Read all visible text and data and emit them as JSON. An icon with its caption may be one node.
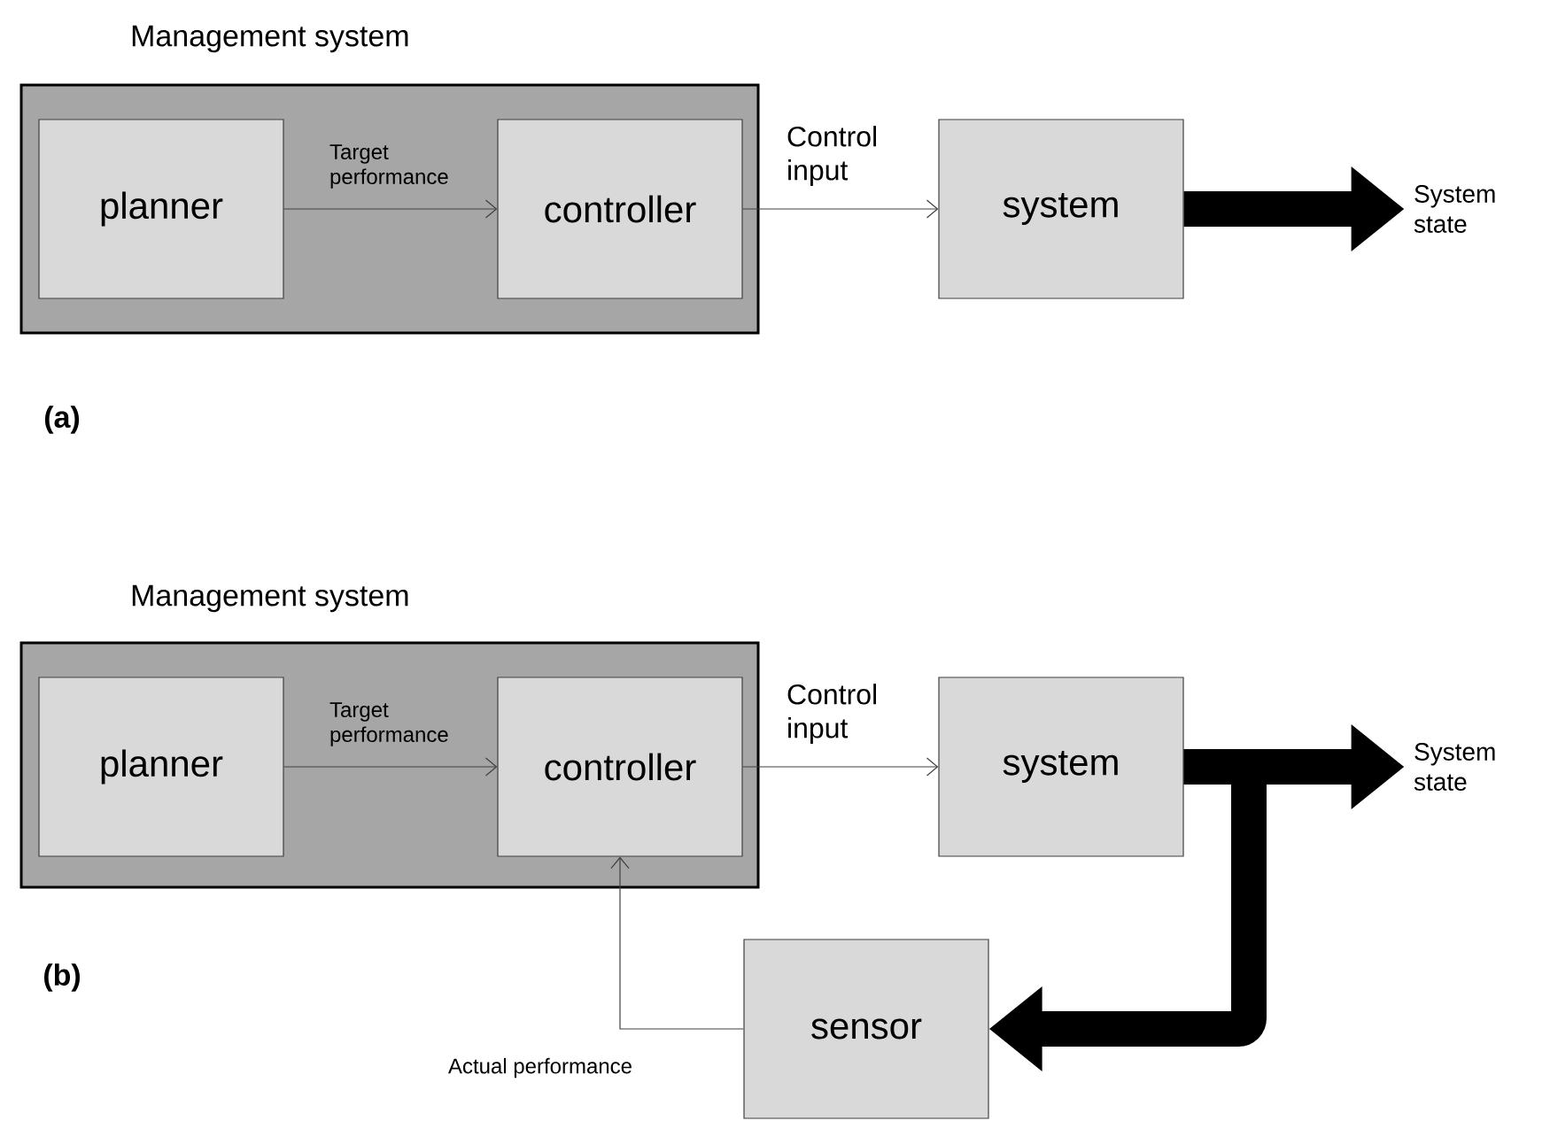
{
  "diagram": {
    "nodes": [
      {
        "text": [
          "Management system"
        ]
      },
      {
        "text": [
          "planner"
        ],
        "in": 0
      },
      {
        "text": [
          "controller"
        ],
        "in": 0
      },
      {
        "text": [
          "system"
        ]
      },
      {
        "text": [
          "System state"
        ]
      },
      {
        "text": [
          "Management system"
        ]
      },
      {
        "text": [
          "planner"
        ],
        "in": 5
      },
      {
        "text": [
          "controller"
        ],
        "in": 5
      },
      {
        "text": [
          "system"
        ]
      },
      {
        "text": [
          "System state"
        ]
      },
      {
        "text": [
          "sensor"
        ]
      }
    ],
    "edges": [
      {
        "from": 1,
        "to": 2,
        "arrow": "to",
        "label": "Target performance"
      },
      {
        "from": 2,
        "to": 3,
        "arrow": "to",
        "label": "Control input"
      },
      {
        "from": 3,
        "to": 4,
        "arrow": "to",
        "style": "thick"
      },
      {
        "from": 6,
        "to": 7,
        "arrow": "to",
        "label": "Target performance"
      },
      {
        "from": 7,
        "to": 8,
        "arrow": "to",
        "label": "Control input"
      },
      {
        "from": 8,
        "to": 9,
        "arrow": "to",
        "style": "thick"
      },
      {
        "from": 8,
        "to": 10,
        "arrow": "to",
        "style": "thick"
      },
      {
        "from": 10,
        "to": 7,
        "arrow": "to",
        "label": "Actual performance"
      }
    ],
    "labels": [
      "(a)",
      "(b)"
    ]
  }
}
